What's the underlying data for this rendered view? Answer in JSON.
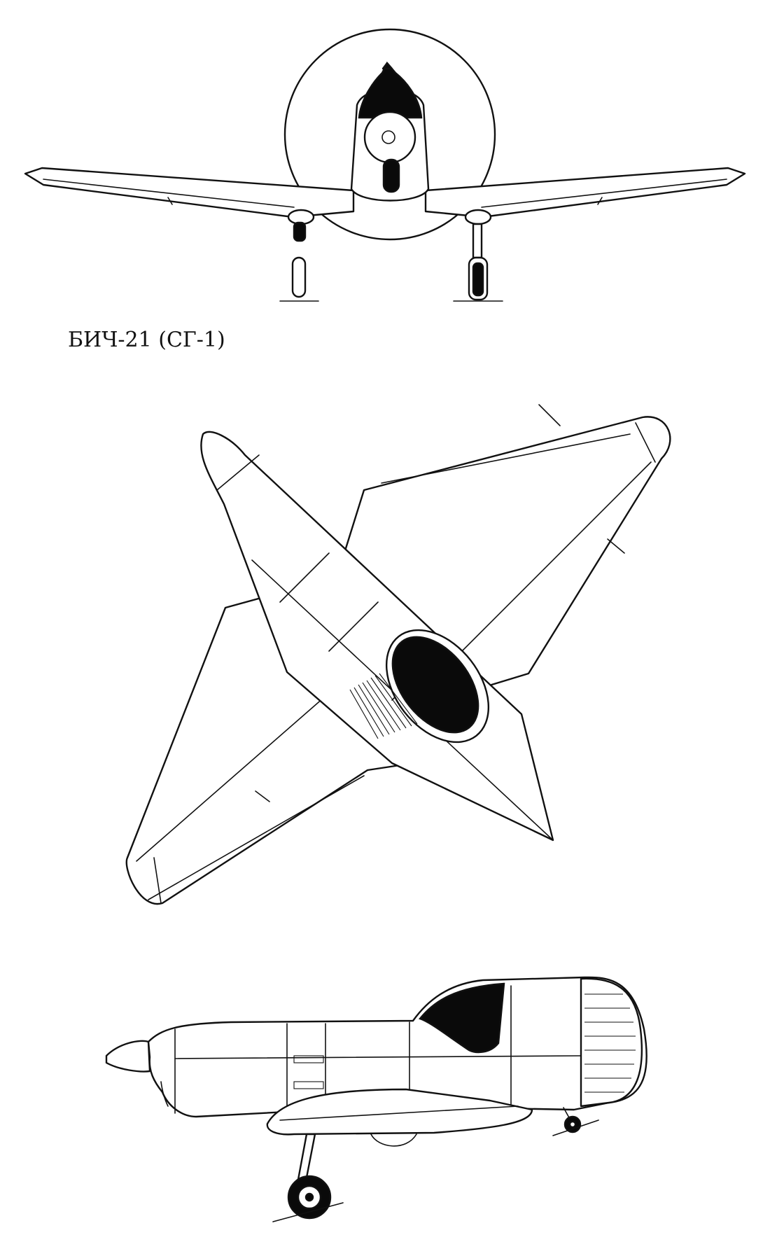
{
  "caption": "БИЧ-21 (СГ-1)",
  "colors": {
    "ink": "#111111",
    "paper": "#ffffff"
  },
  "views": [
    "front-view",
    "planform-view",
    "side-view"
  ]
}
